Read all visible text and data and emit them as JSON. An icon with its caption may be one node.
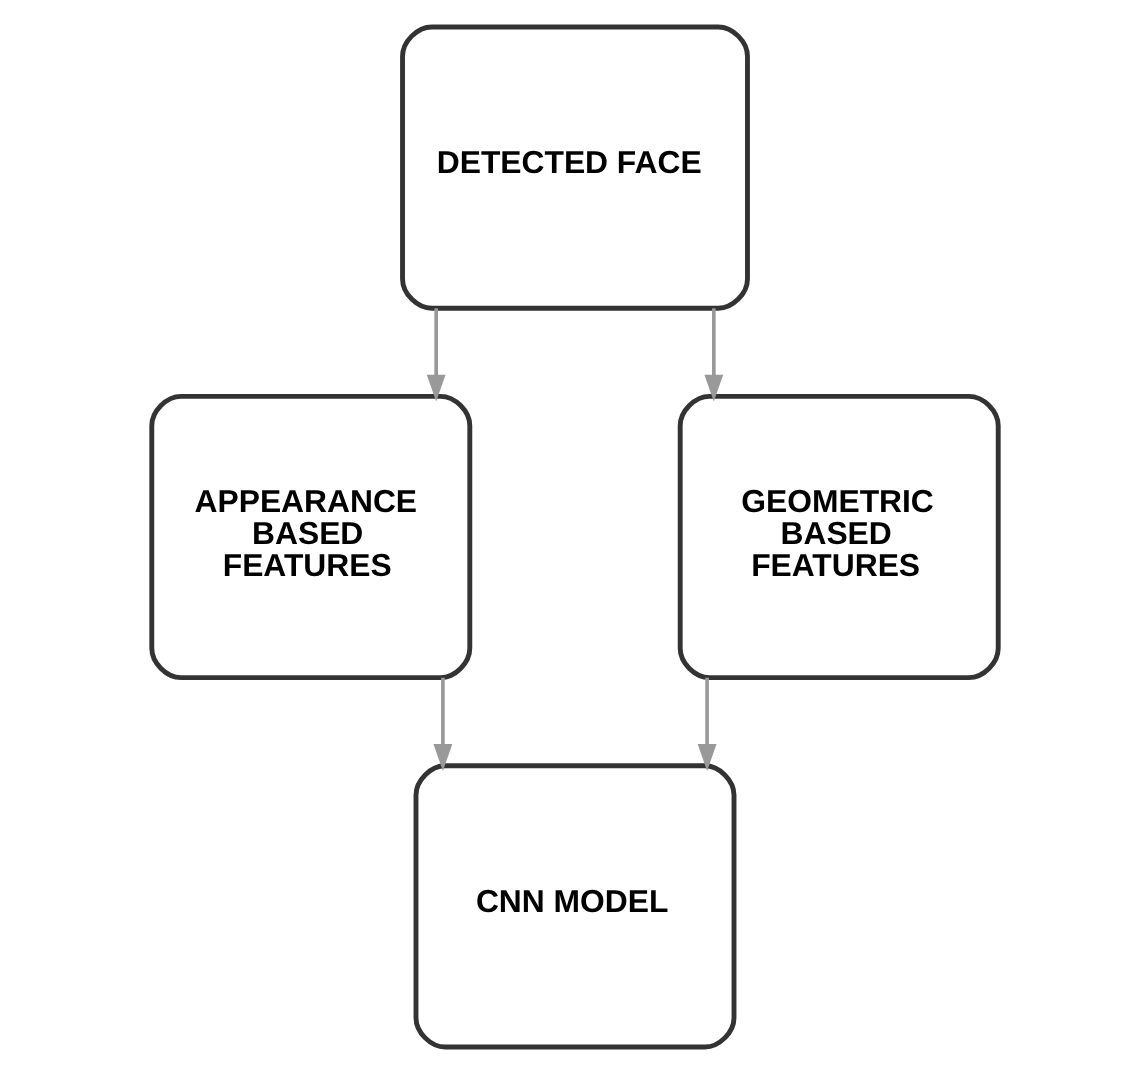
{
  "diagram": {
    "nodes": [
      {
        "text": [
          "DETECTED FACE"
        ]
      },
      {
        "text": [
          "APPEARANCE BASED FEATURES"
        ]
      },
      {
        "text": [
          "GEOMETRIC BASED FEATURES"
        ]
      },
      {
        "text": [
          "CNN MODEL"
        ]
      }
    ],
    "edges": [
      {
        "from": 0,
        "to": 1,
        "arrow": "to"
      },
      {
        "from": 0,
        "to": 2,
        "arrow": "to"
      },
      {
        "from": 1,
        "to": 3,
        "arrow": "to"
      },
      {
        "from": 2,
        "to": 3,
        "arrow": "to"
      }
    ]
  }
}
